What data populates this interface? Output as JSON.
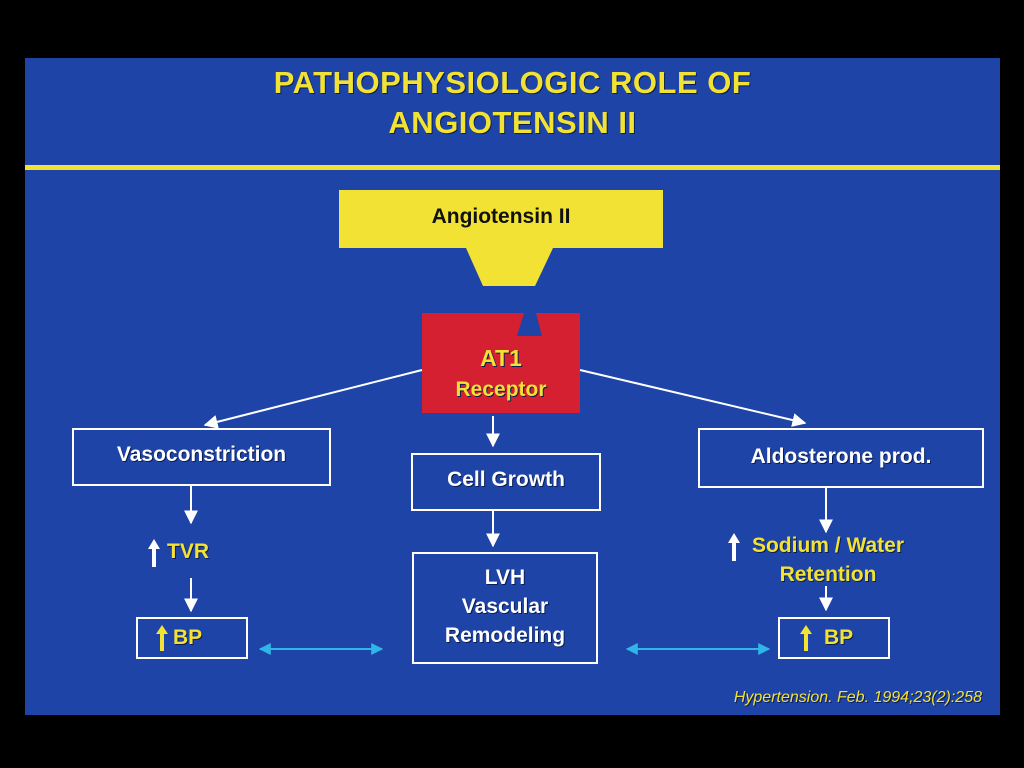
{
  "slide": {
    "title_lines": [
      "PATHOPHYSIOLOGIC ROLE OF",
      "ANGIOTENSIN II"
    ],
    "citation": "Hypertension. Feb. 1994;23(2):258",
    "colors": {
      "background": "#1f44a8",
      "yellow": "#f2e234",
      "red": "#d42030",
      "arrow_cyan": "#2fb6e8"
    }
  },
  "nodes": {
    "angiotensin": "Angiotensin II",
    "receptor_line1": "AT1",
    "receptor_line2": "Receptor",
    "vasoconstriction": "Vasoconstriction",
    "cell_growth": "Cell Growth",
    "aldosterone": "Aldosterone prod.",
    "tvr": "TVR",
    "lvh_line1": "LVH",
    "lvh_line2": "Vascular",
    "lvh_line3": "Remodeling",
    "sodium_line1": "Sodium / Water",
    "sodium_line2": "Retention",
    "bp_left": "BP",
    "bp_right": "BP"
  },
  "icons": [
    "up-arrow-icon",
    "arrow-icon",
    "double-arrow-icon"
  ]
}
